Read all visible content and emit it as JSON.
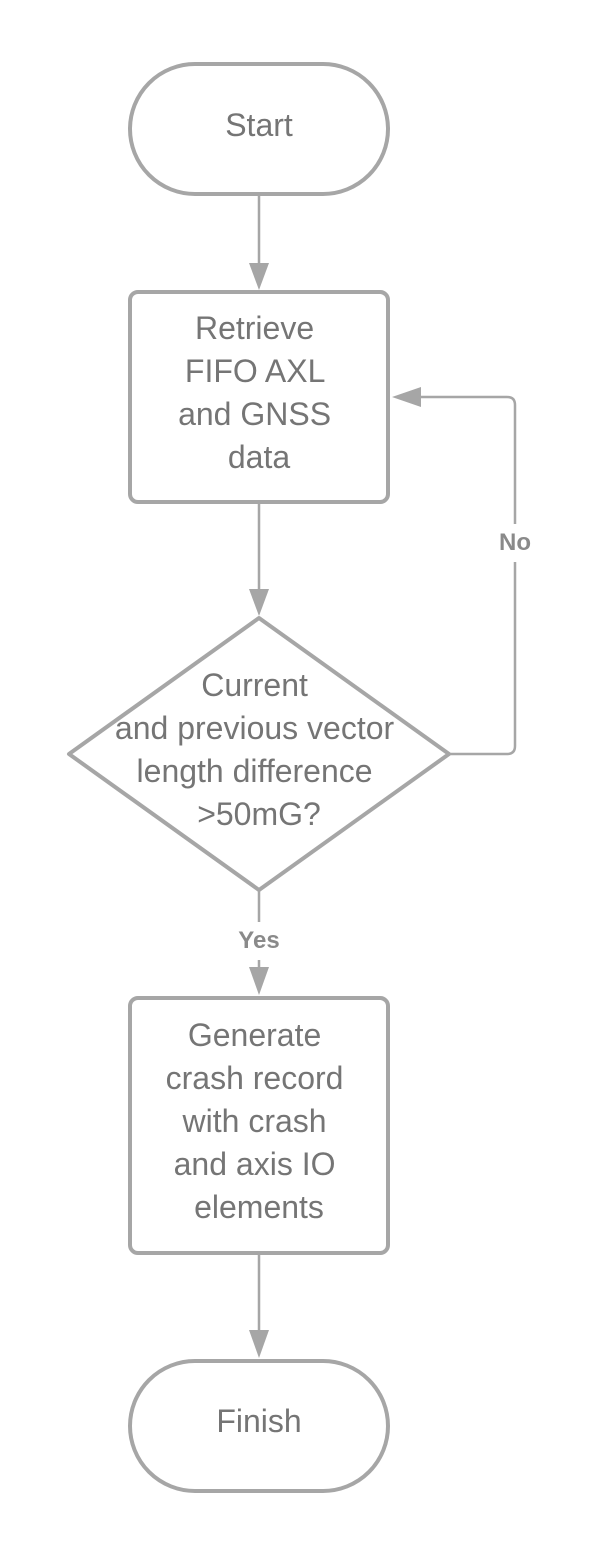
{
  "nodes": {
    "start": {
      "lines": [
        "Start"
      ]
    },
    "retrieve": {
      "lines": [
        "Retrieve",
        "FIFO AXL",
        "and GNSS",
        "data"
      ]
    },
    "decision": {
      "lines": [
        "Current",
        "and previous vector",
        "length difference",
        ">50mG?"
      ]
    },
    "generate": {
      "lines": [
        "Generate",
        "crash record",
        "with crash",
        "and axis IO",
        "elements"
      ]
    },
    "finish": {
      "lines": [
        "Finish"
      ]
    }
  },
  "edges": {
    "no_label": "No",
    "yes_label": "Yes"
  },
  "colors": {
    "stroke": "#a6a6a6",
    "text": "#757575"
  }
}
